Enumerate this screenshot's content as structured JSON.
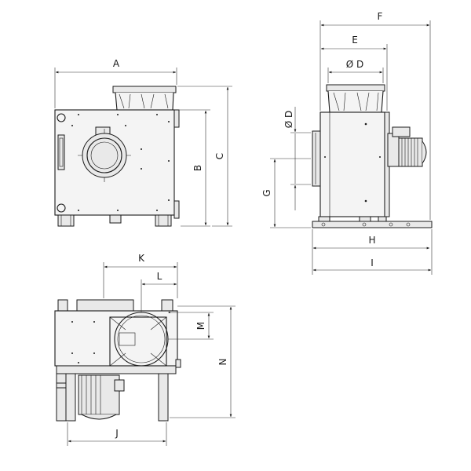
{
  "diagram": {
    "front_view": {
      "labels": {
        "A": "A",
        "B": "B",
        "C": "C"
      }
    },
    "side_view": {
      "labels": {
        "F": "F",
        "E": "E",
        "D": "Ø D",
        "D_vertical": "Ø D",
        "G": "G",
        "H": "H",
        "I": "I"
      }
    },
    "top_view": {
      "labels": {
        "K": "K",
        "L": "L",
        "M": "M",
        "N": "N",
        "J": "J"
      }
    }
  }
}
